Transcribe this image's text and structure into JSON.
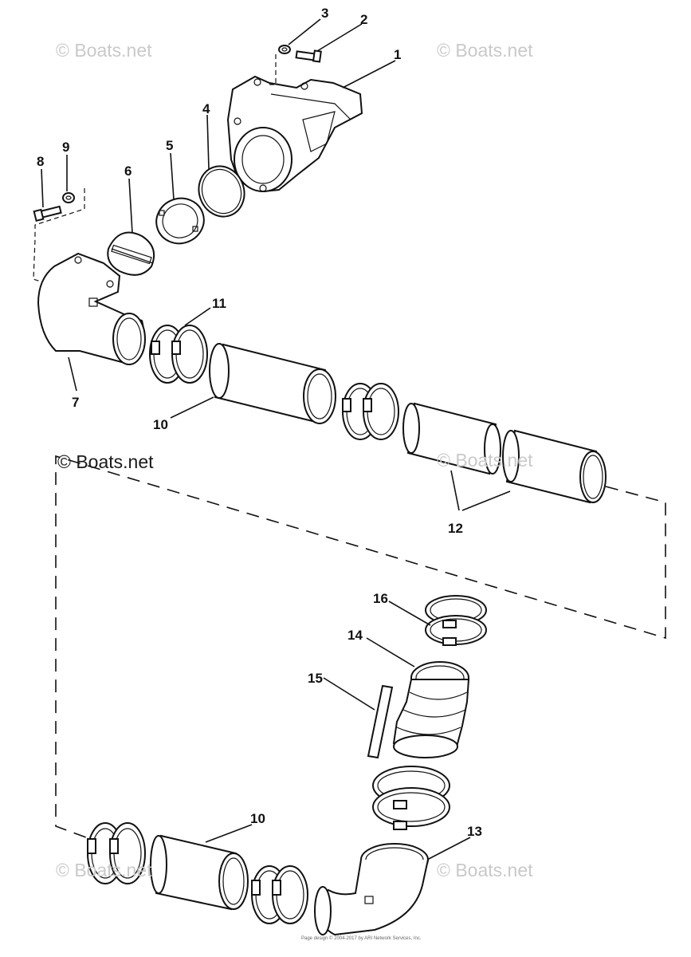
{
  "watermarks": {
    "top_left": "© Boats.net",
    "top_right": "© Boats.net",
    "mid_left": "© Boats.net",
    "mid_right": "© Boats.net",
    "bottom_left": "© Boats.net",
    "bottom_right": "© Boats.net"
  },
  "callouts": {
    "c1": "1",
    "c2": "2",
    "c3": "3",
    "c4": "4",
    "c5": "5",
    "c6": "6",
    "c7": "7",
    "c8": "8",
    "c9": "9",
    "c10_upper": "10",
    "c10_lower": "10",
    "c11": "11",
    "c12": "12",
    "c13": "13",
    "c14": "14",
    "c15": "15",
    "c16": "16"
  },
  "footer": {
    "text": "Page design © 2004-2017 by ARI Network Services, Inc."
  }
}
